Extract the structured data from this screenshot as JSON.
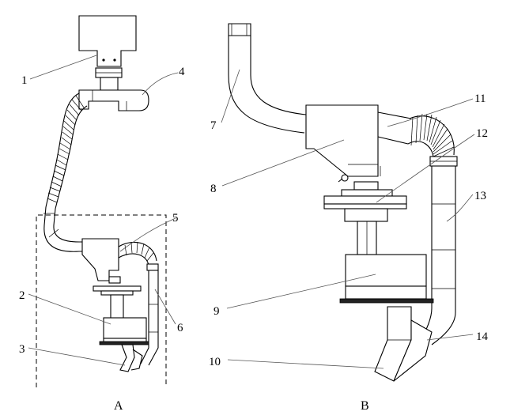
{
  "panels": {
    "a_label": "A",
    "b_label": "B"
  },
  "labels": {
    "l1": "1",
    "l2": "2",
    "l3": "3",
    "l4": "4",
    "l5": "5",
    "l6": "6",
    "l7": "7",
    "l8": "8",
    "l9": "9",
    "l10": "10",
    "l11": "11",
    "l12": "12",
    "l13": "13",
    "l14": "14"
  }
}
